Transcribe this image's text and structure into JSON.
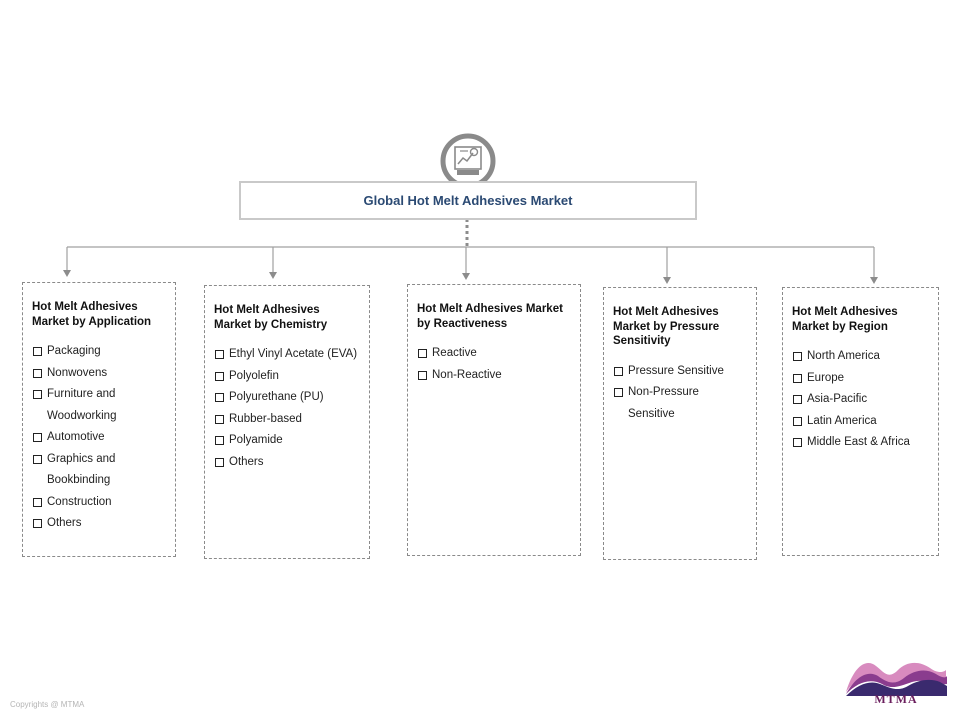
{
  "root": {
    "title": "Global Hot Melt Adhesives Market",
    "icon": "market-chart-icon"
  },
  "segments": [
    {
      "title": "Hot Melt Adhesives Market by Application",
      "items": [
        "Packaging",
        "Nonwovens",
        "Furniture and Woodworking",
        "Automotive",
        "Graphics and Bookbinding",
        "Construction",
        "Others"
      ]
    },
    {
      "title": "Hot Melt Adhesives Market by Chemistry",
      "items": [
        "Ethyl Vinyl Acetate (EVA)",
        "Polyolefin",
        "Polyurethane (PU)",
        "Rubber-based",
        "Polyamide",
        "Others"
      ]
    },
    {
      "title": "Hot Melt Adhesives Market by Reactiveness",
      "items": [
        "Reactive",
        "Non-Reactive"
      ]
    },
    {
      "title": "Hot Melt Adhesives Market by Pressure Sensitivity",
      "items": [
        "Pressure Sensitive",
        "Non-Pressure Sensitive"
      ]
    },
    {
      "title": "Hot Melt Adhesives Market by Region",
      "items": [
        "North America",
        "Europe",
        "Asia-Pacific",
        "Latin America",
        "Middle East & Africa"
      ]
    }
  ],
  "footer": {
    "copyright": "Copyrights @ MTMA",
    "logo_text": "MTMA"
  },
  "colors": {
    "connector": "#8c8c8c",
    "root_border": "#c9c9c9",
    "root_text": "#2b4a73",
    "logo_dark": "#3a2a6e",
    "logo_purple": "#8a3c8e",
    "logo_pink": "#d88bbf"
  }
}
